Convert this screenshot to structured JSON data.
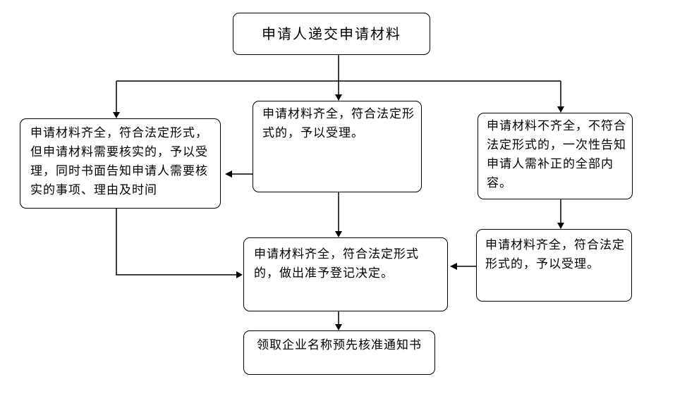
{
  "flowchart": {
    "nodes": {
      "submit": "申请人递交申请材料",
      "review_verify": "申请材料齐全，符合法定形式，但申请材料需要核实的，予以受理，同时书面告知申请人需要核实的事项、理由及时间",
      "accept_direct": "申请材料齐全，符合法定形式的，予以受理。",
      "notify_correction": "申请材料不齐全，不符合法定形式的，一次性告知申请人需补正的全部内容。",
      "accept_after_correction": "申请材料齐全，符合法定形式的，予以受理。",
      "approve_registration": "申请材料齐全，符合法定形式的，做出准予登记决定。",
      "receive_notice": "领取企业名称预先核准通知书"
    },
    "edges": [
      {
        "from": "submit",
        "to": "review_verify"
      },
      {
        "from": "submit",
        "to": "accept_direct"
      },
      {
        "from": "submit",
        "to": "notify_correction"
      },
      {
        "from": "accept_direct",
        "to": "review_verify"
      },
      {
        "from": "accept_direct",
        "to": "approve_registration"
      },
      {
        "from": "notify_correction",
        "to": "accept_after_correction"
      },
      {
        "from": "accept_after_correction",
        "to": "approve_registration"
      },
      {
        "from": "review_verify",
        "to": "approve_registration"
      },
      {
        "from": "approve_registration",
        "to": "receive_notice"
      }
    ],
    "colors": {
      "background": "#ffffff",
      "box_fill": "#ffffff",
      "box_border": "#000000",
      "line": "#000000",
      "text": "#000000"
    }
  }
}
